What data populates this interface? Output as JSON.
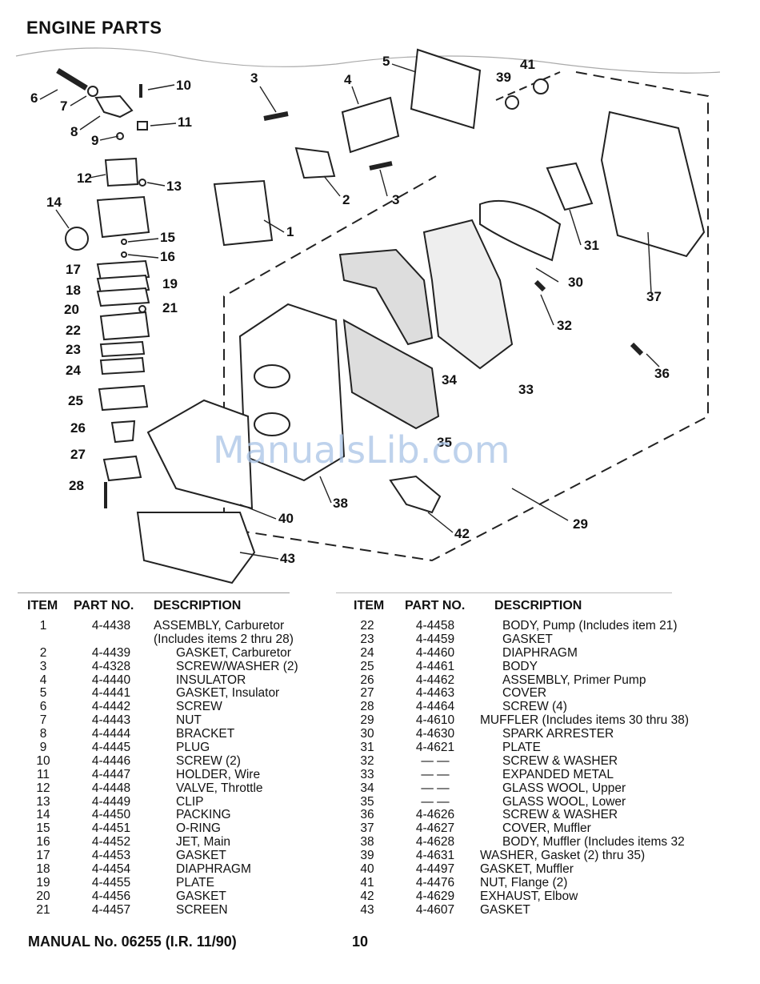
{
  "page_title": "ENGINE PARTS",
  "diagram": {
    "callouts": [
      "1",
      "2",
      "3",
      "3",
      "4",
      "5",
      "6",
      "7",
      "8",
      "9",
      "10",
      "11",
      "12",
      "13",
      "14",
      "15",
      "16",
      "17",
      "18",
      "19",
      "20",
      "21",
      "22",
      "23",
      "24",
      "25",
      "26",
      "27",
      "28",
      "29",
      "30",
      "31",
      "32",
      "33",
      "34",
      "35",
      "36",
      "37",
      "38",
      "39",
      "40",
      "41",
      "42",
      "43"
    ],
    "watermark": "ManualsLib.com"
  },
  "table_headers": {
    "item": "ITEM",
    "part_no": "PART NO.",
    "description": "DESCRIPTION"
  },
  "left_rows": [
    {
      "item": "1",
      "part": "4-4438",
      "desc": "ASSEMBLY, Carburetor",
      "indent": false
    },
    {
      "item": "",
      "part": "",
      "desc": "(Includes items 2 thru 28)",
      "indent": false
    },
    {
      "item": "2",
      "part": "4-4439",
      "desc": "GASKET, Carburetor",
      "indent": true
    },
    {
      "item": "3",
      "part": "4-4328",
      "desc": "SCREW/WASHER (2)",
      "indent": true
    },
    {
      "item": "4",
      "part": "4-4440",
      "desc": "INSULATOR",
      "indent": true
    },
    {
      "item": "5",
      "part": "4-4441",
      "desc": "GASKET, Insulator",
      "indent": true
    },
    {
      "item": "6",
      "part": "4-4442",
      "desc": "SCREW",
      "indent": true
    },
    {
      "item": "7",
      "part": "4-4443",
      "desc": "NUT",
      "indent": true
    },
    {
      "item": "8",
      "part": "4-4444",
      "desc": "BRACKET",
      "indent": true
    },
    {
      "item": "9",
      "part": "4-4445",
      "desc": "PLUG",
      "indent": true
    },
    {
      "item": "10",
      "part": "4-4446",
      "desc": "SCREW (2)",
      "indent": true
    },
    {
      "item": "11",
      "part": "4-4447",
      "desc": "HOLDER, Wire",
      "indent": true
    },
    {
      "item": "12",
      "part": "4-4448",
      "desc": "VALVE, Throttle",
      "indent": true
    },
    {
      "item": "13",
      "part": "4-4449",
      "desc": "CLIP",
      "indent": true
    },
    {
      "item": "14",
      "part": "4-4450",
      "desc": "PACKING",
      "indent": true
    },
    {
      "item": "15",
      "part": "4-4451",
      "desc": "O-RING",
      "indent": true
    },
    {
      "item": "16",
      "part": "4-4452",
      "desc": "JET, Main",
      "indent": true
    },
    {
      "item": "17",
      "part": "4-4453",
      "desc": "GASKET",
      "indent": true
    },
    {
      "item": "18",
      "part": "4-4454",
      "desc": "DIAPHRAGM",
      "indent": true
    },
    {
      "item": "19",
      "part": "4-4455",
      "desc": "PLATE",
      "indent": true
    },
    {
      "item": "20",
      "part": "4-4456",
      "desc": "GASKET",
      "indent": true
    },
    {
      "item": "21",
      "part": "4-4457",
      "desc": "SCREEN",
      "indent": true
    }
  ],
  "right_rows": [
    {
      "item": "22",
      "part": "4-4458",
      "desc": "BODY, Pump (Includes item 21)",
      "indent": true
    },
    {
      "item": "23",
      "part": "4-4459",
      "desc": "GASKET",
      "indent": true
    },
    {
      "item": "24",
      "part": "4-4460",
      "desc": "DIAPHRAGM",
      "indent": true
    },
    {
      "item": "25",
      "part": "4-4461",
      "desc": "BODY",
      "indent": true
    },
    {
      "item": "26",
      "part": "4-4462",
      "desc": "ASSEMBLY, Primer Pump",
      "indent": true
    },
    {
      "item": "27",
      "part": "4-4463",
      "desc": "COVER",
      "indent": true
    },
    {
      "item": "28",
      "part": "4-4464",
      "desc": "SCREW (4)",
      "indent": true
    },
    {
      "item": "29",
      "part": "4-4610",
      "desc": "MUFFLER (Includes items 30 thru 38)",
      "indent": false
    },
    {
      "item": "30",
      "part": "4-4630",
      "desc": "SPARK ARRESTER",
      "indent": true
    },
    {
      "item": "31",
      "part": "4-4621",
      "desc": "PLATE",
      "indent": true
    },
    {
      "item": "32",
      "part": "— —",
      "desc": "SCREW & WASHER",
      "indent": true
    },
    {
      "item": "33",
      "part": "— —",
      "desc": "EXPANDED METAL",
      "indent": true
    },
    {
      "item": "34",
      "part": "— —",
      "desc": "GLASS WOOL, Upper",
      "indent": true
    },
    {
      "item": "35",
      "part": "— —",
      "desc": "GLASS WOOL, Lower",
      "indent": true
    },
    {
      "item": "36",
      "part": "4-4626",
      "desc": "SCREW & WASHER",
      "indent": true
    },
    {
      "item": "37",
      "part": "4-4627",
      "desc": "COVER, Muffler",
      "indent": true
    },
    {
      "item": "38",
      "part": "4-4628",
      "desc": "BODY, Muffler (Includes items 32",
      "indent": true
    },
    {
      "item": "39",
      "part": "4-4631",
      "desc": "WASHER, Gasket (2)         thru 35)",
      "indent": false
    },
    {
      "item": "40",
      "part": "4-4497",
      "desc": "GASKET, Muffler",
      "indent": false
    },
    {
      "item": "41",
      "part": "4-4476",
      "desc": "NUT, Flange (2)",
      "indent": false
    },
    {
      "item": "42",
      "part": "4-4629",
      "desc": "EXHAUST, Elbow",
      "indent": false
    },
    {
      "item": "43",
      "part": "4-4607",
      "desc": "GASKET",
      "indent": false
    }
  ],
  "footer": {
    "manual": "MANUAL No. 06255 (I.R. 11/90)",
    "page": "10"
  }
}
